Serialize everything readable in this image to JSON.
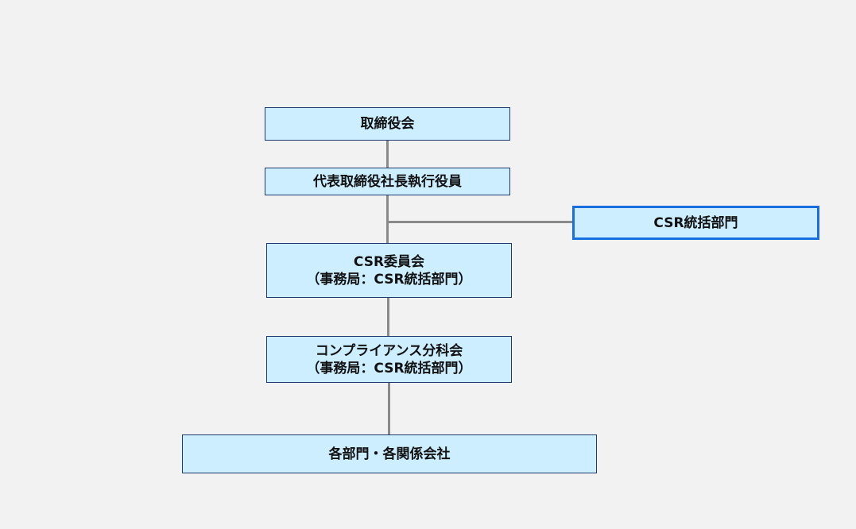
{
  "org_chart": {
    "nodes": [
      {
        "id": "board",
        "lines": [
          "取締役会"
        ]
      },
      {
        "id": "ceo",
        "lines": [
          "代表取締役社長執行役員"
        ]
      },
      {
        "id": "csr-dept",
        "lines": [
          "CSR統括部門"
        ]
      },
      {
        "id": "csr-committee",
        "lines": [
          "CSR委員会",
          "（事務局：CSR統括部門）"
        ]
      },
      {
        "id": "compliance",
        "lines": [
          "コンプライアンス分科会",
          "（事務局：CSR統括部門）"
        ]
      },
      {
        "id": "departments",
        "lines": [
          "各部門・各関係会社"
        ]
      }
    ],
    "colors": {
      "box_fill": "#cceeff",
      "box_border": "#1f3a6e",
      "highlight_border": "#1a6fe0",
      "connector": "#8a8a8a",
      "background": "#f2f2f2"
    }
  }
}
